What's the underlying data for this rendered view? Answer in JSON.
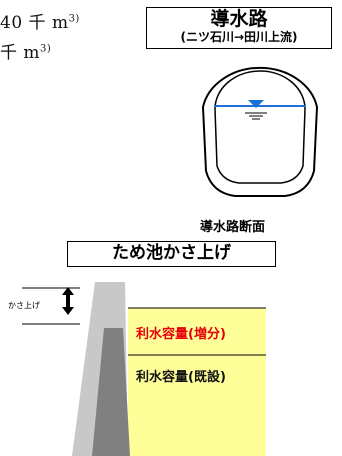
{
  "top_text": {
    "line1": "40 千 m",
    "line1_sup": "3)",
    "line2": "千 m",
    "line2_sup": "3)"
  },
  "headrace": {
    "title": "導水路",
    "subtitle": "(ニツ石川→田川上流)",
    "section_label": "導水路断面"
  },
  "reservoir": {
    "title": "ため池かさ上げ",
    "raise_label": "かさ上げ",
    "capacity_increase": "利水容量(増分)",
    "capacity_existing": "利水容量(既設)"
  },
  "colors": {
    "water_line": "#1f6fd6",
    "increase_text": "#e8000b",
    "water_fill": "#ffff99",
    "dam_light": "#c8c8c8",
    "dam_dark": "#808080"
  }
}
